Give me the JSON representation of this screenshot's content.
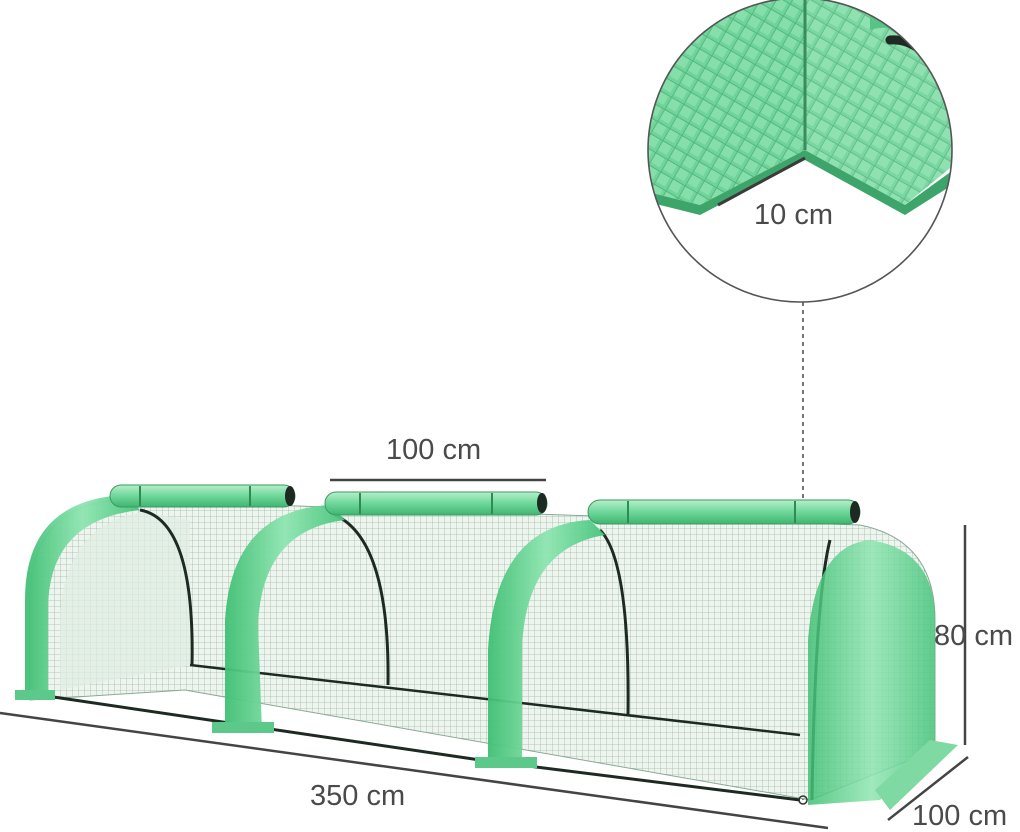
{
  "dimensions": {
    "detail_width": "10 cm",
    "section_length": "100 cm",
    "height": "80 cm",
    "length": "350 cm",
    "depth": "100 cm"
  },
  "colors": {
    "cover_green": "#5fd08a",
    "cover_green_light": "#a8ecc0",
    "cover_green_dark": "#2e9e5a",
    "frame": "#1d2a22",
    "dimension_line": "#444444"
  }
}
